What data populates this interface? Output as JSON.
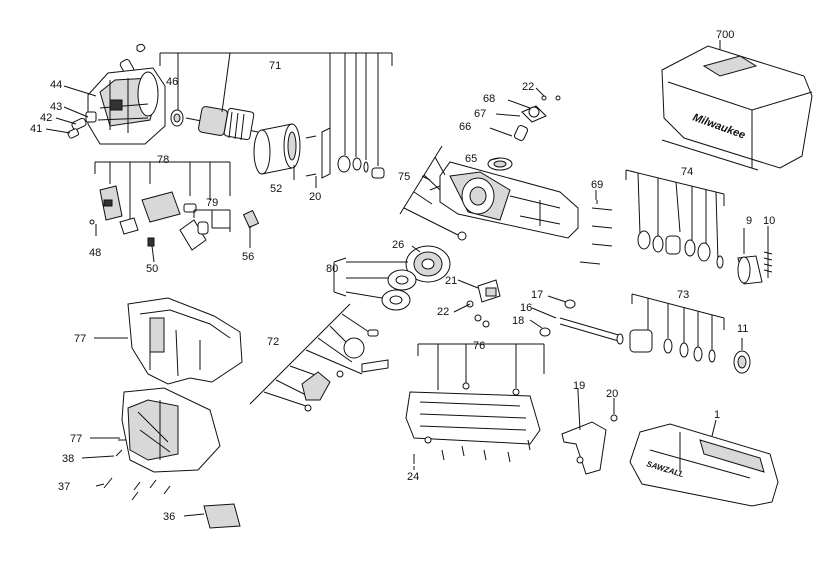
{
  "diagram": {
    "labels": {
      "l700": "700",
      "l71": "71",
      "l46": "46",
      "l44": "44",
      "l43": "43",
      "l42": "42",
      "l41": "41",
      "l52": "52",
      "l20a": "20",
      "l22a": "22",
      "l68": "68",
      "l67": "67",
      "l66": "66",
      "l65": "65",
      "l75": "75",
      "l69": "69",
      "l74": "74",
      "l9": "9",
      "l10": "10",
      "l78": "78",
      "l79": "79",
      "l48": "48",
      "l50": "50",
      "l56": "56",
      "l26": "26",
      "l80": "80",
      "l21": "21",
      "l22b": "22",
      "l17": "17",
      "l16": "16",
      "l18": "18",
      "l73": "73",
      "l11": "11",
      "l77a": "77",
      "l72": "72",
      "l76": "76",
      "l19": "19",
      "l20b": "20",
      "l1": "1",
      "l77b": "77",
      "l38": "38",
      "l37": "37",
      "l36": "36",
      "l24": "24"
    },
    "brand_case": "Milwaukee",
    "brand_tool": "SAWZALL"
  }
}
